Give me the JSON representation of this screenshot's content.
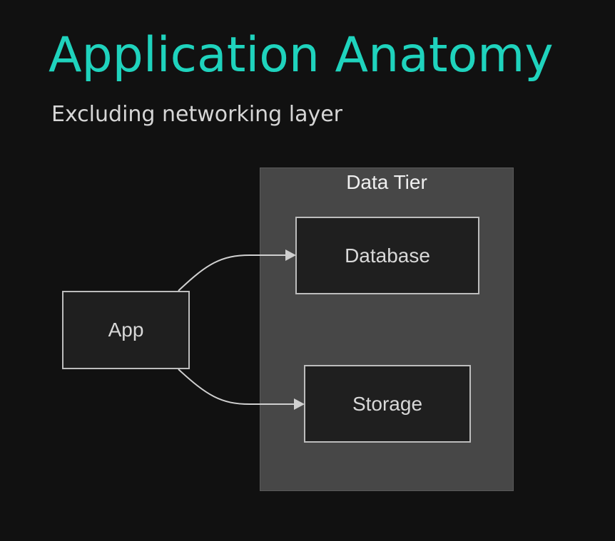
{
  "slide": {
    "title": "Application Anatomy",
    "subtitle": "Excluding networking layer"
  },
  "diagram": {
    "group": {
      "label": "Data Tier"
    },
    "nodes": {
      "app": "App",
      "database": "Database",
      "storage": "Storage"
    },
    "edges": [
      {
        "from": "App",
        "to": "Database"
      },
      {
        "from": "App",
        "to": "Storage"
      }
    ]
  },
  "colors": {
    "background": "#111111",
    "title": "#1fd3bd",
    "subtitle": "#d6d6d6",
    "group_fill": "#474747",
    "node_fill": "#1f1f1f",
    "node_border": "#bdbdbd",
    "edge": "#d0d0d0"
  }
}
